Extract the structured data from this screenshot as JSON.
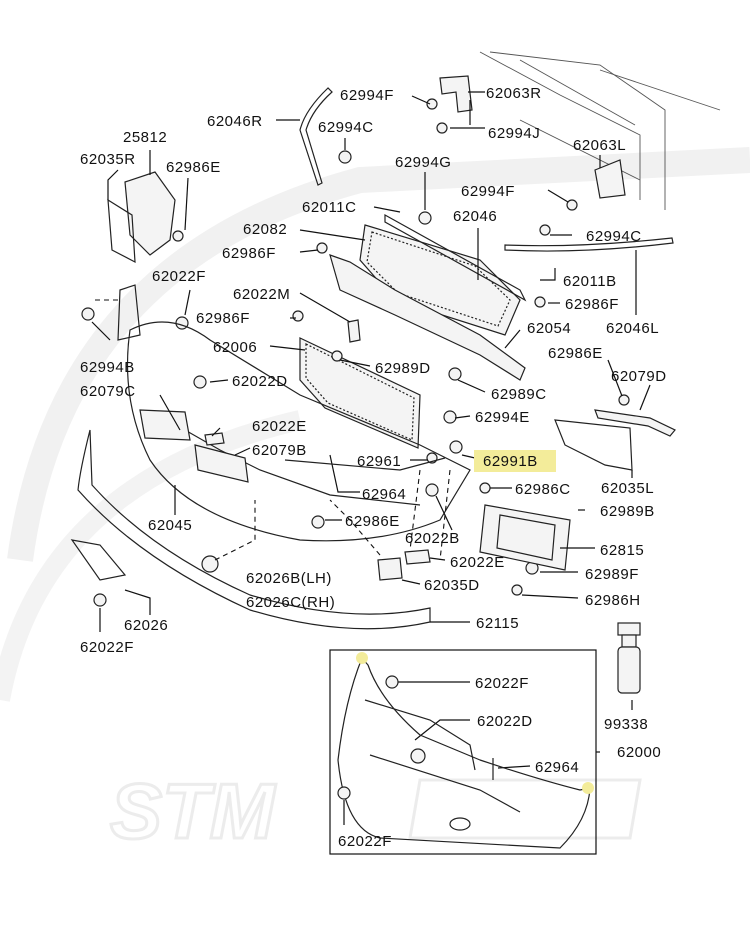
{
  "diagram": {
    "watermark": "STM",
    "highlight_color": "#f3ec9a",
    "labels": [
      {
        "id": "62994F_a",
        "text": "62994F"
      },
      {
        "id": "62063R",
        "text": "62063R"
      },
      {
        "id": "62046R",
        "text": "62046R"
      },
      {
        "id": "62994C_a",
        "text": "62994C"
      },
      {
        "id": "62994J",
        "text": "62994J"
      },
      {
        "id": "25812",
        "text": "25812"
      },
      {
        "id": "62035R",
        "text": "62035R"
      },
      {
        "id": "62986E_a",
        "text": "62986E"
      },
      {
        "id": "62994G",
        "text": "62994G"
      },
      {
        "id": "62063L",
        "text": "62063L"
      },
      {
        "id": "62994F_b",
        "text": "62994F"
      },
      {
        "id": "62011C",
        "text": "62011C"
      },
      {
        "id": "62046",
        "text": "62046"
      },
      {
        "id": "62082",
        "text": "62082"
      },
      {
        "id": "62994C_b",
        "text": "62994C"
      },
      {
        "id": "62986F_a",
        "text": "62986F"
      },
      {
        "id": "62011B",
        "text": "62011B"
      },
      {
        "id": "62022F_a",
        "text": "62022F"
      },
      {
        "id": "62022M",
        "text": "62022M"
      },
      {
        "id": "62986F_b",
        "text": "62986F"
      },
      {
        "id": "62986F_c",
        "text": "62986F"
      },
      {
        "id": "62054",
        "text": "62054"
      },
      {
        "id": "62046L",
        "text": "62046L"
      },
      {
        "id": "62994B",
        "text": "62994B"
      },
      {
        "id": "62006",
        "text": "62006"
      },
      {
        "id": "62989D",
        "text": "62989D"
      },
      {
        "id": "62986E_b",
        "text": "62986E"
      },
      {
        "id": "62022D_a",
        "text": "62022D"
      },
      {
        "id": "62079D",
        "text": "62079D"
      },
      {
        "id": "62079C",
        "text": "62079C"
      },
      {
        "id": "62989C",
        "text": "62989C"
      },
      {
        "id": "62994E",
        "text": "62994E"
      },
      {
        "id": "62022E_a",
        "text": "62022E"
      },
      {
        "id": "62079B",
        "text": "62079B"
      },
      {
        "id": "62961",
        "text": "62961"
      },
      {
        "id": "62991B",
        "text": "62991B"
      },
      {
        "id": "62964_a",
        "text": "62964"
      },
      {
        "id": "62986C",
        "text": "62986C"
      },
      {
        "id": "62035L",
        "text": "62035L"
      },
      {
        "id": "62045",
        "text": "62045"
      },
      {
        "id": "62986E_c",
        "text": "62986E"
      },
      {
        "id": "62989B",
        "text": "62989B"
      },
      {
        "id": "62022B",
        "text": "62022B"
      },
      {
        "id": "62815",
        "text": "62815"
      },
      {
        "id": "62022E_b",
        "text": "62022E"
      },
      {
        "id": "62026B",
        "text": "62026B(LH)"
      },
      {
        "id": "62035D",
        "text": "62035D"
      },
      {
        "id": "62989F",
        "text": "62989F"
      },
      {
        "id": "62026C",
        "text": "62026C(RH)"
      },
      {
        "id": "62986H",
        "text": "62986H"
      },
      {
        "id": "62026",
        "text": "62026"
      },
      {
        "id": "62115",
        "text": "62115"
      },
      {
        "id": "62022F_b",
        "text": "62022F"
      },
      {
        "id": "62022F_c",
        "text": "62022F"
      },
      {
        "id": "99338",
        "text": "99338"
      },
      {
        "id": "62022D_b",
        "text": "62022D"
      },
      {
        "id": "62000",
        "text": "62000"
      },
      {
        "id": "62964_b",
        "text": "62964"
      },
      {
        "id": "62022F_d",
        "text": "62022F"
      }
    ]
  }
}
